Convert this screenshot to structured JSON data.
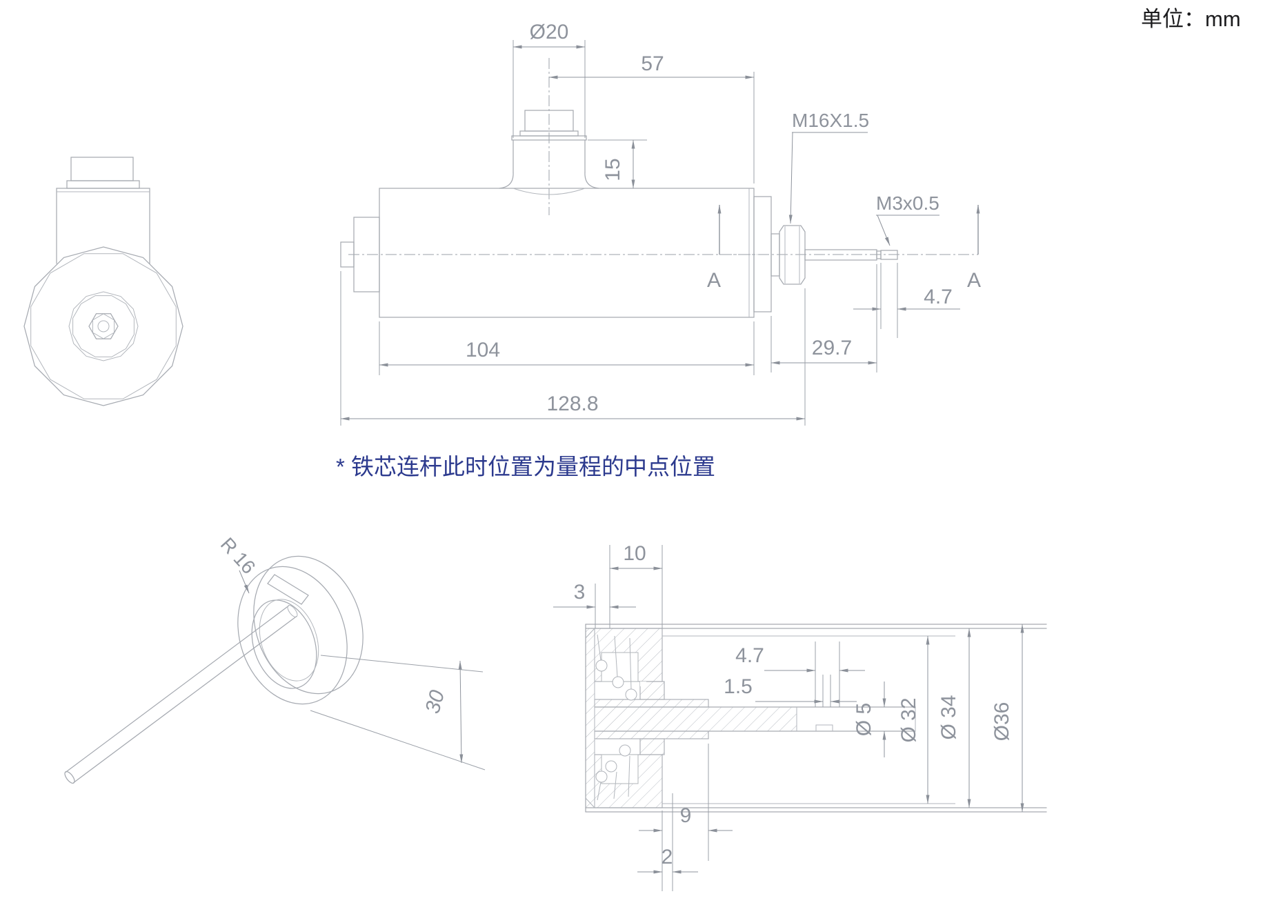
{
  "header": {
    "units_label": "单位：mm"
  },
  "note": {
    "text": "* 铁芯连杆此时位置为量程的中点位置"
  },
  "main_view": {
    "labels": {
      "d20": "Ø20",
      "len57": "57",
      "h15": "15",
      "thread_m16": "M16X1.5",
      "thread_m3": "M3x0.5",
      "tip47": "4.7",
      "len104": "104",
      "len297": "29.7",
      "len1288": "128.8",
      "sec_a": "A"
    }
  },
  "iso_view": {
    "labels": {
      "r16": "R 16",
      "len30": "30"
    }
  },
  "section_view": {
    "labels": {
      "w10": "10",
      "w3": "3",
      "g47": "4.7",
      "g15": "1.5",
      "d5": "Ø 5",
      "d32": "Ø 32",
      "d34": "Ø 34",
      "d36": "Ø36",
      "w9": "9",
      "w2": "2"
    }
  },
  "colors": {
    "line_gray": "#a6aab1",
    "dim_gray": "#8e939c",
    "note_blue": "#2c3a8e",
    "text_black": "#1c1c1e"
  }
}
